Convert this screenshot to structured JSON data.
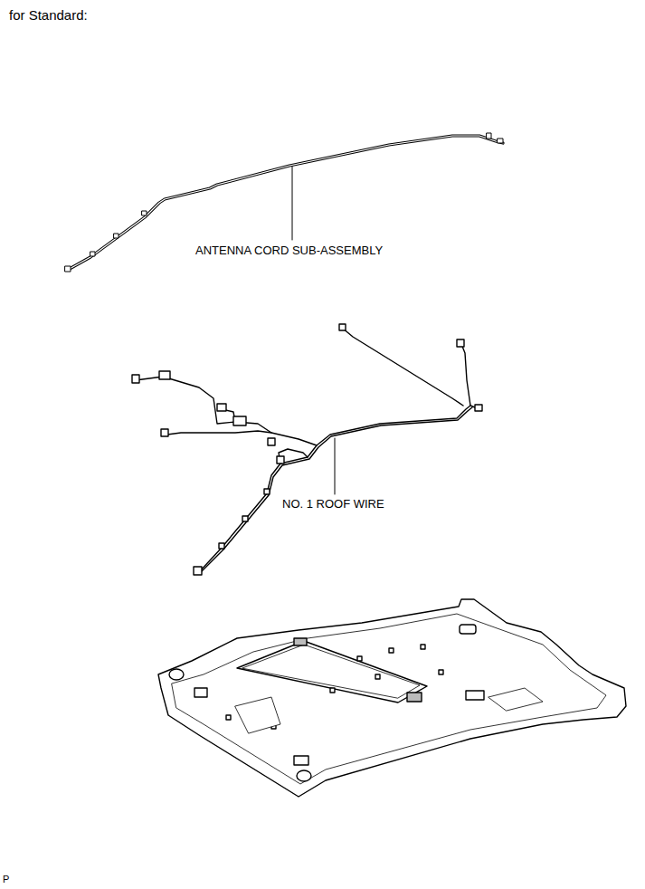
{
  "diagram": {
    "title": "for Standard:",
    "labels": [
      "ANTENNA CORD SUB-ASSEMBLY",
      "NO. 1 ROOF WIRE",
      "P"
    ]
  }
}
